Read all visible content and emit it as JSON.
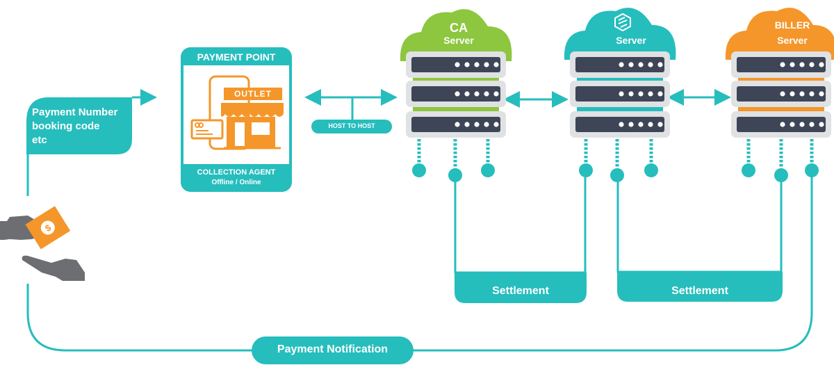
{
  "colors": {
    "teal": "#26bdbd",
    "orange": "#f5962a",
    "green": "#8dc63f",
    "server_body": "#dfe1e3",
    "server_slot": "#3d4557",
    "hand_gray": "#6d6e71"
  },
  "customer": {
    "info_box": [
      "Payment Number",
      "booking code",
      "etc"
    ],
    "icon": "cash-hand-over-icon"
  },
  "payment_point": {
    "title": "PAYMENT POINT",
    "outlet_sign": "OUTLET",
    "footer_line1": "COLLECTION AGENT",
    "footer_line2": "Offline / Online"
  },
  "host_to_host": "HOST TO HOST",
  "servers": [
    {
      "id": "ca",
      "line1": "CA",
      "line2": "Server",
      "cloud_color": "green"
    },
    {
      "id": "switch",
      "line1": "",
      "line2": "Server",
      "cloud_color": "teal",
      "logo": "switching-logo-icon"
    },
    {
      "id": "biller",
      "line1": "BILLER",
      "line2": "Server",
      "cloud_color": "orange"
    }
  ],
  "settlements": [
    "Settlement",
    "Settlement"
  ],
  "payment_notification": "Payment Notification"
}
